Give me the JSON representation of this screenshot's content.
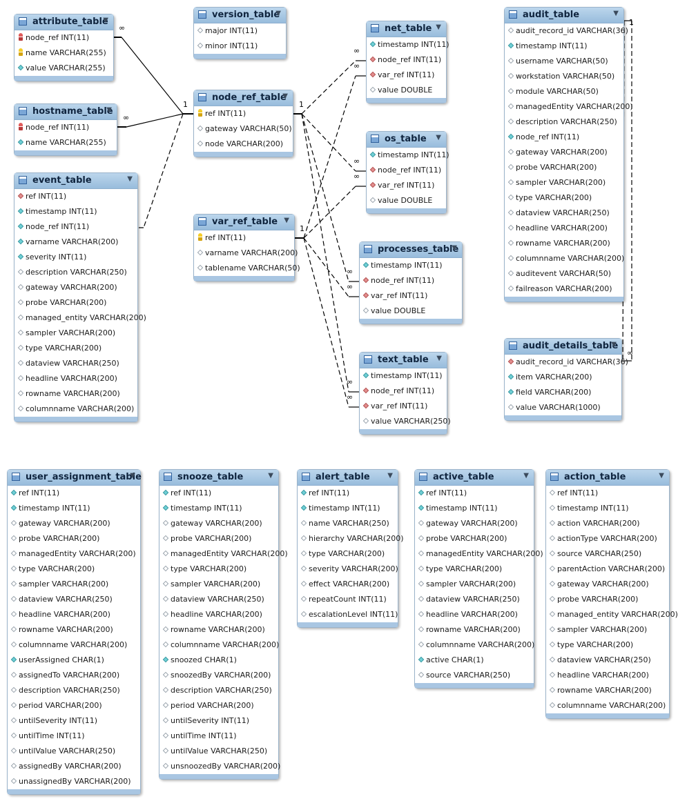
{
  "colors": {
    "header": "#a9c6e2",
    "border": "#9ab3ca",
    "line": "#000000"
  },
  "key_icons": {
    "col": "hollow-diamond-icon",
    "nn": "cyan-diamond-icon",
    "fk": "red-diamond-icon",
    "pk": "key-icon",
    "pkfk": "red-key-icon"
  },
  "tables": [
    {
      "id": "attribute_table",
      "name": "attribute_table",
      "columns": [
        {
          "name": "node_ref INT(11)",
          "key": "pkfk"
        },
        {
          "name": "name VARCHAR(255)",
          "key": "pk"
        },
        {
          "name": "value VARCHAR(255)",
          "key": "nn"
        }
      ]
    },
    {
      "id": "hostname_table",
      "name": "hostname_table",
      "columns": [
        {
          "name": "node_ref INT(11)",
          "key": "pkfk"
        },
        {
          "name": "name VARCHAR(255)",
          "key": "nn"
        }
      ]
    },
    {
      "id": "event_table",
      "name": "event_table",
      "columns": [
        {
          "name": "ref INT(11)",
          "key": "fk"
        },
        {
          "name": "timestamp INT(11)",
          "key": "nn"
        },
        {
          "name": "node_ref INT(11)",
          "key": "nn"
        },
        {
          "name": "varname VARCHAR(200)",
          "key": "nn"
        },
        {
          "name": "severity INT(11)",
          "key": "nn"
        },
        {
          "name": "description VARCHAR(250)",
          "key": "col"
        },
        {
          "name": "gateway VARCHAR(200)",
          "key": "col"
        },
        {
          "name": "probe VARCHAR(200)",
          "key": "col"
        },
        {
          "name": "managed_entity VARCHAR(200)",
          "key": "col"
        },
        {
          "name": "sampler VARCHAR(200)",
          "key": "col"
        },
        {
          "name": "type VARCHAR(200)",
          "key": "col"
        },
        {
          "name": "dataview VARCHAR(250)",
          "key": "col"
        },
        {
          "name": "headline VARCHAR(200)",
          "key": "col"
        },
        {
          "name": "rowname VARCHAR(200)",
          "key": "col"
        },
        {
          "name": "columnname VARCHAR(200)",
          "key": "col"
        }
      ]
    },
    {
      "id": "version_table",
      "name": "version_table",
      "columns": [
        {
          "name": "major INT(11)",
          "key": "col"
        },
        {
          "name": "minor INT(11)",
          "key": "col"
        }
      ]
    },
    {
      "id": "node_ref_table",
      "name": "node_ref_table",
      "columns": [
        {
          "name": "ref INT(11)",
          "key": "pk"
        },
        {
          "name": "gateway VARCHAR(50)",
          "key": "col"
        },
        {
          "name": "node VARCHAR(200)",
          "key": "col"
        }
      ]
    },
    {
      "id": "var_ref_table",
      "name": "var_ref_table",
      "columns": [
        {
          "name": "ref INT(11)",
          "key": "pk"
        },
        {
          "name": "varname VARCHAR(200)",
          "key": "col"
        },
        {
          "name": "tablename VARCHAR(50)",
          "key": "col"
        }
      ]
    },
    {
      "id": "net_table",
      "name": "net_table",
      "columns": [
        {
          "name": "timestamp INT(11)",
          "key": "nn"
        },
        {
          "name": "node_ref INT(11)",
          "key": "fk"
        },
        {
          "name": "var_ref INT(11)",
          "key": "fk"
        },
        {
          "name": "value DOUBLE",
          "key": "col"
        }
      ]
    },
    {
      "id": "os_table",
      "name": "os_table",
      "columns": [
        {
          "name": "timestamp INT(11)",
          "key": "nn"
        },
        {
          "name": "node_ref INT(11)",
          "key": "fk"
        },
        {
          "name": "var_ref INT(11)",
          "key": "fk"
        },
        {
          "name": "value DOUBLE",
          "key": "col"
        }
      ]
    },
    {
      "id": "processes_table",
      "name": "processes_table",
      "columns": [
        {
          "name": "timestamp INT(11)",
          "key": "nn"
        },
        {
          "name": "node_ref INT(11)",
          "key": "fk"
        },
        {
          "name": "var_ref INT(11)",
          "key": "fk"
        },
        {
          "name": "value DOUBLE",
          "key": "col"
        }
      ]
    },
    {
      "id": "text_table",
      "name": "text_table",
      "columns": [
        {
          "name": "timestamp INT(11)",
          "key": "nn"
        },
        {
          "name": "node_ref INT(11)",
          "key": "fk"
        },
        {
          "name": "var_ref INT(11)",
          "key": "fk"
        },
        {
          "name": "value VARCHAR(250)",
          "key": "col"
        }
      ]
    },
    {
      "id": "audit_table",
      "name": "audit_table",
      "columns": [
        {
          "name": "audit_record_id VARCHAR(36)",
          "key": "col"
        },
        {
          "name": "timestamp INT(11)",
          "key": "nn"
        },
        {
          "name": "username VARCHAR(50)",
          "key": "col"
        },
        {
          "name": "workstation VARCHAR(50)",
          "key": "col"
        },
        {
          "name": "module VARCHAR(50)",
          "key": "col"
        },
        {
          "name": "managedEntity VARCHAR(200)",
          "key": "col"
        },
        {
          "name": "description VARCHAR(250)",
          "key": "col"
        },
        {
          "name": "node_ref INT(11)",
          "key": "nn"
        },
        {
          "name": "gateway VARCHAR(200)",
          "key": "col"
        },
        {
          "name": "probe VARCHAR(200)",
          "key": "col"
        },
        {
          "name": "sampler VARCHAR(200)",
          "key": "col"
        },
        {
          "name": "type VARCHAR(200)",
          "key": "col"
        },
        {
          "name": "dataview VARCHAR(250)",
          "key": "col"
        },
        {
          "name": "headline VARCHAR(200)",
          "key": "col"
        },
        {
          "name": "rowname VARCHAR(200)",
          "key": "col"
        },
        {
          "name": "columnname VARCHAR(200)",
          "key": "col"
        },
        {
          "name": "auditevent VARCHAR(50)",
          "key": "col"
        },
        {
          "name": "failreason VARCHAR(200)",
          "key": "col"
        }
      ]
    },
    {
      "id": "audit_details_table",
      "name": "audit_details_table",
      "columns": [
        {
          "name": "audit_record_id VARCHAR(36)",
          "key": "fk"
        },
        {
          "name": "item VARCHAR(200)",
          "key": "nn"
        },
        {
          "name": "field VARCHAR(200)",
          "key": "nn"
        },
        {
          "name": "value VARCHAR(1000)",
          "key": "col"
        }
      ]
    },
    {
      "id": "user_assignment_table",
      "name": "user_assignment_table",
      "columns": [
        {
          "name": "ref INT(11)",
          "key": "nn"
        },
        {
          "name": "timestamp INT(11)",
          "key": "nn"
        },
        {
          "name": "gateway VARCHAR(200)",
          "key": "col"
        },
        {
          "name": "probe VARCHAR(200)",
          "key": "col"
        },
        {
          "name": "managedEntity VARCHAR(200)",
          "key": "col"
        },
        {
          "name": "type VARCHAR(200)",
          "key": "col"
        },
        {
          "name": "sampler VARCHAR(200)",
          "key": "col"
        },
        {
          "name": "dataview VARCHAR(250)",
          "key": "col"
        },
        {
          "name": "headline VARCHAR(200)",
          "key": "col"
        },
        {
          "name": "rowname VARCHAR(200)",
          "key": "col"
        },
        {
          "name": "columnname VARCHAR(200)",
          "key": "col"
        },
        {
          "name": "userAssigned CHAR(1)",
          "key": "nn"
        },
        {
          "name": "assignedTo VARCHAR(200)",
          "key": "col"
        },
        {
          "name": "description VARCHAR(250)",
          "key": "col"
        },
        {
          "name": "period VARCHAR(200)",
          "key": "col"
        },
        {
          "name": "untilSeverity INT(11)",
          "key": "col"
        },
        {
          "name": "untilTime INT(11)",
          "key": "col"
        },
        {
          "name": "untilValue VARCHAR(250)",
          "key": "col"
        },
        {
          "name": "assignedBy VARCHAR(200)",
          "key": "col"
        },
        {
          "name": "unassignedBy VARCHAR(200)",
          "key": "col"
        }
      ]
    },
    {
      "id": "snooze_table",
      "name": "snooze_table",
      "columns": [
        {
          "name": "ref INT(11)",
          "key": "nn"
        },
        {
          "name": "timestamp INT(11)",
          "key": "nn"
        },
        {
          "name": "gateway VARCHAR(200)",
          "key": "col"
        },
        {
          "name": "probe VARCHAR(200)",
          "key": "col"
        },
        {
          "name": "managedEntity VARCHAR(200)",
          "key": "col"
        },
        {
          "name": "type VARCHAR(200)",
          "key": "col"
        },
        {
          "name": "sampler VARCHAR(200)",
          "key": "col"
        },
        {
          "name": "dataview VARCHAR(250)",
          "key": "col"
        },
        {
          "name": "headline VARCHAR(200)",
          "key": "col"
        },
        {
          "name": "rowname VARCHAR(200)",
          "key": "col"
        },
        {
          "name": "columnname VARCHAR(200)",
          "key": "col"
        },
        {
          "name": "snoozed CHAR(1)",
          "key": "nn"
        },
        {
          "name": "snoozedBy VARCHAR(200)",
          "key": "col"
        },
        {
          "name": "description VARCHAR(250)",
          "key": "col"
        },
        {
          "name": "period VARCHAR(200)",
          "key": "col"
        },
        {
          "name": "untilSeverity INT(11)",
          "key": "col"
        },
        {
          "name": "untilTime INT(11)",
          "key": "col"
        },
        {
          "name": "untilValue VARCHAR(250)",
          "key": "col"
        },
        {
          "name": "unsnoozedBy VARCHAR(200)",
          "key": "col"
        }
      ]
    },
    {
      "id": "alert_table",
      "name": "alert_table",
      "columns": [
        {
          "name": "ref INT(11)",
          "key": "nn"
        },
        {
          "name": "timestamp INT(11)",
          "key": "nn"
        },
        {
          "name": "name VARCHAR(250)",
          "key": "col"
        },
        {
          "name": "hierarchy VARCHAR(200)",
          "key": "col"
        },
        {
          "name": "type VARCHAR(200)",
          "key": "col"
        },
        {
          "name": "severity VARCHAR(200)",
          "key": "col"
        },
        {
          "name": "effect VARCHAR(200)",
          "key": "col"
        },
        {
          "name": "repeatCount INT(11)",
          "key": "col"
        },
        {
          "name": "escalationLevel INT(11)",
          "key": "col"
        }
      ]
    },
    {
      "id": "active_table",
      "name": "active_table",
      "columns": [
        {
          "name": "ref INT(11)",
          "key": "nn"
        },
        {
          "name": "timestamp INT(11)",
          "key": "nn"
        },
        {
          "name": "gateway VARCHAR(200)",
          "key": "col"
        },
        {
          "name": "probe VARCHAR(200)",
          "key": "col"
        },
        {
          "name": "managedEntity VARCHAR(200)",
          "key": "col"
        },
        {
          "name": "type VARCHAR(200)",
          "key": "col"
        },
        {
          "name": "sampler VARCHAR(200)",
          "key": "col"
        },
        {
          "name": "dataview VARCHAR(250)",
          "key": "col"
        },
        {
          "name": "headline VARCHAR(200)",
          "key": "col"
        },
        {
          "name": "rowname VARCHAR(200)",
          "key": "col"
        },
        {
          "name": "columnname VARCHAR(200)",
          "key": "col"
        },
        {
          "name": "active CHAR(1)",
          "key": "nn"
        },
        {
          "name": "source VARCHAR(250)",
          "key": "col"
        }
      ]
    },
    {
      "id": "action_table",
      "name": "action_table",
      "columns": [
        {
          "name": "ref INT(11)",
          "key": "col"
        },
        {
          "name": "timestamp INT(11)",
          "key": "col"
        },
        {
          "name": "action VARCHAR(200)",
          "key": "col"
        },
        {
          "name": "actionType VARCHAR(200)",
          "key": "col"
        },
        {
          "name": "source VARCHAR(250)",
          "key": "col"
        },
        {
          "name": "parentAction VARCHAR(200)",
          "key": "col"
        },
        {
          "name": "gateway VARCHAR(200)",
          "key": "col"
        },
        {
          "name": "probe VARCHAR(200)",
          "key": "col"
        },
        {
          "name": "managed_entity VARCHAR(200)",
          "key": "col"
        },
        {
          "name": "sampler VARCHAR(200)",
          "key": "col"
        },
        {
          "name": "type VARCHAR(200)",
          "key": "col"
        },
        {
          "name": "dataview VARCHAR(250)",
          "key": "col"
        },
        {
          "name": "headline VARCHAR(200)",
          "key": "col"
        },
        {
          "name": "rowname VARCHAR(200)",
          "key": "col"
        },
        {
          "name": "columnname VARCHAR(200)",
          "key": "col"
        }
      ]
    }
  ],
  "relationships": [
    {
      "from": "node_ref_table",
      "to": "attribute_table",
      "from_card": "1",
      "to_card": "∞",
      "identifying": true
    },
    {
      "from": "node_ref_table",
      "to": "hostname_table",
      "from_card": "",
      "to_card": "∞",
      "identifying": true
    },
    {
      "from": "node_ref_table",
      "to": "event_table",
      "from_card": "",
      "to_card": "∞",
      "identifying": false
    },
    {
      "from": "node_ref_table",
      "to": "net_table",
      "from_card": "1",
      "to_card": "∞",
      "identifying": false
    },
    {
      "from": "node_ref_table",
      "to": "os_table",
      "from_card": "",
      "to_card": "∞",
      "identifying": false
    },
    {
      "from": "node_ref_table",
      "to": "processes_table",
      "from_card": "",
      "to_card": "∞",
      "identifying": false
    },
    {
      "from": "node_ref_table",
      "to": "text_table",
      "from_card": "",
      "to_card": "∞",
      "identifying": false
    },
    {
      "from": "var_ref_table",
      "to": "net_table",
      "from_card": "1",
      "to_card": "∞",
      "identifying": false
    },
    {
      "from": "var_ref_table",
      "to": "os_table",
      "from_card": "",
      "to_card": "∞",
      "identifying": false
    },
    {
      "from": "var_ref_table",
      "to": "processes_table",
      "from_card": "",
      "to_card": "∞",
      "identifying": false
    },
    {
      "from": "var_ref_table",
      "to": "text_table",
      "from_card": "",
      "to_card": "∞",
      "identifying": false
    },
    {
      "from": "audit_table",
      "to": "audit_details_table",
      "from_card": "1",
      "to_card": "∞",
      "identifying": false
    }
  ]
}
